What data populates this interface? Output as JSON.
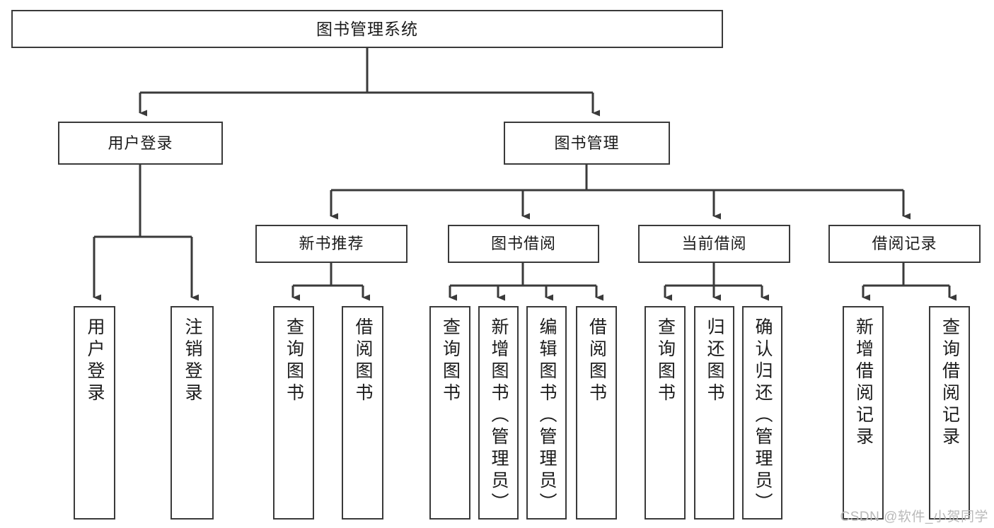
{
  "diagram": {
    "title": "图书管理系统",
    "type": "hierarchy-tree",
    "root": {
      "id": "root",
      "label": "图书管理系统"
    },
    "level2": [
      {
        "id": "user-login",
        "label": "用户登录"
      },
      {
        "id": "book-manage",
        "label": "图书管理"
      }
    ],
    "level3": [
      {
        "id": "new-book-rec",
        "label": "新书推荐"
      },
      {
        "id": "book-borrow",
        "label": "图书借阅"
      },
      {
        "id": "current-borrow",
        "label": "当前借阅"
      },
      {
        "id": "borrow-record",
        "label": "借阅记录"
      }
    ],
    "leaves": [
      {
        "id": "leaf-user-login",
        "label": "用户登录",
        "parent": "用户登录"
      },
      {
        "id": "leaf-logout",
        "label": "注销登录",
        "parent": "用户登录"
      },
      {
        "id": "leaf-query-book-1",
        "label": "查询图书",
        "parent": "新书推荐"
      },
      {
        "id": "leaf-borrow-book-1",
        "label": "借阅图书",
        "parent": "新书推荐"
      },
      {
        "id": "leaf-query-book-2",
        "label": "查询图书",
        "parent": "图书借阅"
      },
      {
        "id": "leaf-add-book",
        "label": "新增图书（管理员）",
        "parent": "图书借阅"
      },
      {
        "id": "leaf-edit-book",
        "label": "编辑图书（管理员）",
        "parent": "图书借阅"
      },
      {
        "id": "leaf-borrow-book-2",
        "label": "借阅图书",
        "parent": "图书借阅"
      },
      {
        "id": "leaf-query-book-3",
        "label": "查询图书",
        "parent": "当前借阅"
      },
      {
        "id": "leaf-return-book",
        "label": "归还图书",
        "parent": "当前借阅"
      },
      {
        "id": "leaf-confirm-return",
        "label": "确认归还（管理员）",
        "parent": "当前借阅"
      },
      {
        "id": "leaf-add-record",
        "label": "新增借阅记录",
        "parent": "借阅记录"
      },
      {
        "id": "leaf-query-record",
        "label": "查询借阅记录",
        "parent": "借阅记录"
      }
    ],
    "colors": {
      "box_border": "#3a3a3a",
      "box_fill": "#ffffff",
      "edge": "#3a3a3a",
      "text": "#1b1b1b",
      "watermark": "#b9b9b9"
    }
  },
  "watermark": {
    "text": "CSDN @软件_小贺同学"
  }
}
